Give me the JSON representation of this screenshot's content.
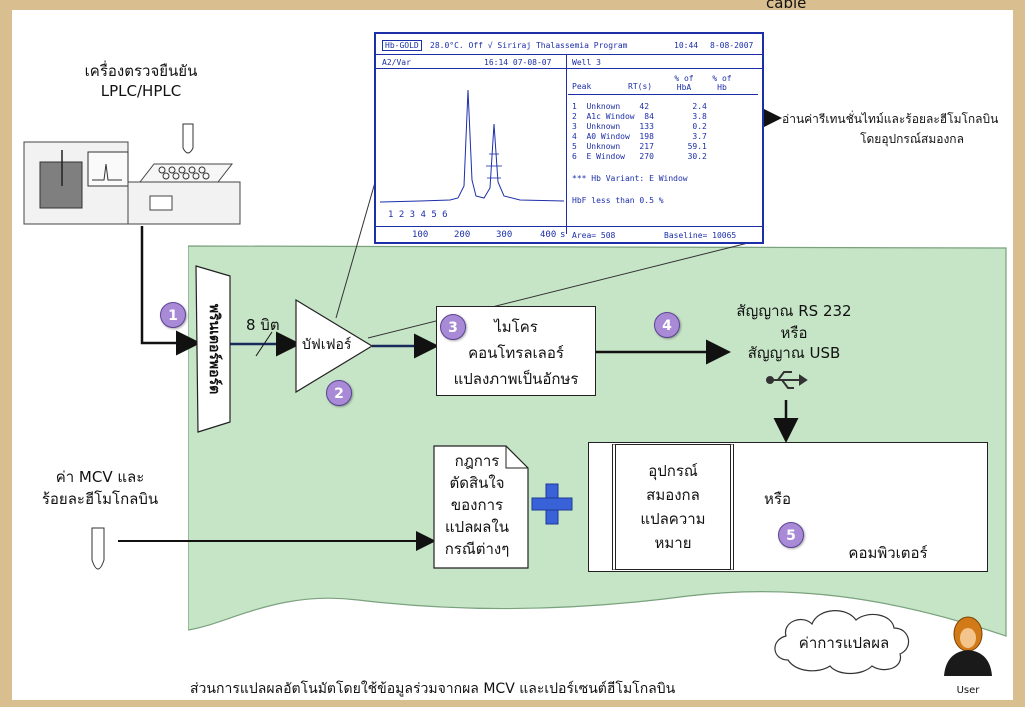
{
  "top_cut_text": "cable",
  "hplc": {
    "title_line1": "เครื่องตรวจยืนยัน",
    "title_line2": "LPLC/HPLC"
  },
  "printer_port_label": "พรินเตอร์พอร์ต",
  "eight_bit_label": "8 บิต",
  "buffer_label": "บัฟเฟอร์",
  "micro": {
    "line1": "ไมโคร",
    "line2": "คอนโทรลเลอร์",
    "line3": "แปลงภาพเป็นอักษร"
  },
  "signal": {
    "line1": "สัญญาณ RS 232",
    "line2": "หรือ",
    "line3": "สัญญาณ USB"
  },
  "read_values": {
    "line1": "อ่านค่ารีเทนชั่นไทม์และร้อยละฮีโมโกลบิน",
    "line2": "โดยอุปกรณ์สมองกล"
  },
  "mcv": {
    "line1": "ค่า MCV และ",
    "line2": "ร้อยละฮีโมโกลบิน"
  },
  "rules_doc": [
    "กฎการ",
    "ตัดสินใจ",
    "ของการ",
    "แปลผลใน",
    "กรณีต่างๆ"
  ],
  "smart_device": [
    "อุปกรณ์",
    "สมองกล",
    "แปลความ",
    "หมาย"
  ],
  "or_label": "หรือ",
  "computer_label": "คอมพิวเตอร์",
  "result_cloud": "ค่าการแปลผล",
  "user_label": "User",
  "caption": "ส่วนการแปลผลอัตโนมัตโดยใช้ข้อมูลร่วมจากผล MCV และเปอร์เซนต์ฮีโมโกลบิน",
  "steps": [
    "1",
    "2",
    "3",
    "4",
    "5"
  ],
  "screen": {
    "header_left": "Hb-GOLD",
    "header_mid": "28.0°C. Off  √ Siriraj Thalassemia Program",
    "header_time": "10:44",
    "header_date": "8-08-2007",
    "row2_left": "A2/Var",
    "row2_mid": "16:14  07-08-07",
    "row2_well": "Well  3",
    "col_peak": "Peak",
    "col_rt": "RT(s)",
    "col_pct_hba": "% of HbA",
    "col_pct_hb": "% of Hb",
    "peaks": [
      "1  Unknown    42         2.4",
      "2  A1c Window  84        3.8",
      "3  Unknown    133        0.2",
      "4  A0 Window  198        3.7",
      "5  Unknown    217       59.1",
      "6  E Window   270       30.2"
    ],
    "variant": "*** Hb Variant:  E Window",
    "hbf": "HbF less than 0.5 %",
    "peak_marks": "1   2   3    4 5    6",
    "axis_ticks": [
      "100",
      "200",
      "300",
      "400"
    ],
    "axis_unit": "s",
    "area": "Area= 508",
    "baseline": "Baseline= 10065"
  },
  "colors": {
    "background": "#d9bf8f",
    "green_panel": "#c6e5c7",
    "screen_blue": "#1c2fa8",
    "step_circle": "#a98ad6",
    "plus": "#3a62d8",
    "laptop_red": "#c81a12"
  }
}
